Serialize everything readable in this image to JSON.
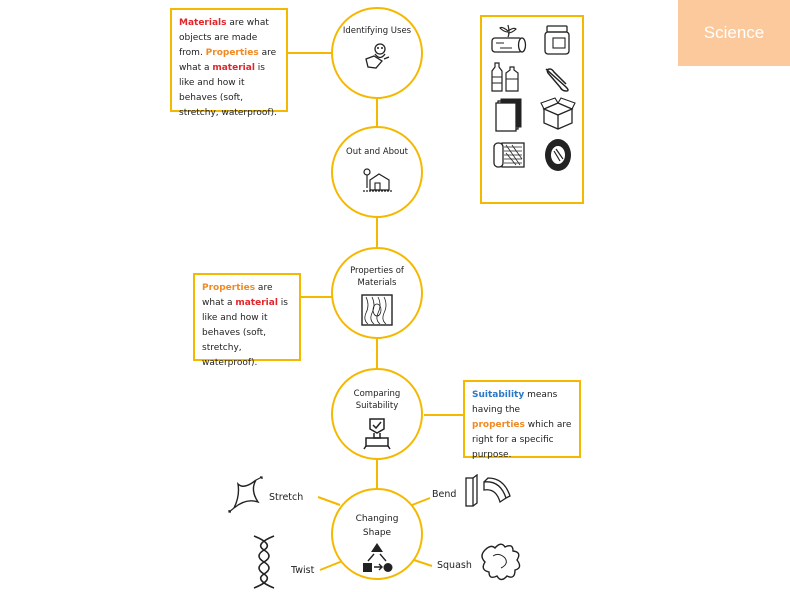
{
  "badge": "Science",
  "nodes": {
    "identifying": "Identifying Uses",
    "out": "Out and About",
    "properties": "Properties of Materials",
    "comparing": "Comparing Suitability",
    "changing": "Changing Shape"
  },
  "box1": {
    "w1": "Materials",
    "t1": " are what objects are made from. ",
    "w2": "Properties",
    "t2": " are what a ",
    "w3": "material",
    "t3": " is like and how it behaves (soft, stretchy, waterproof)."
  },
  "box2": {
    "w1": "Properties",
    "t1": " are what a ",
    "w2": "material",
    "t2": " is like and how it behaves (soft, stretchy, waterproof)."
  },
  "box3": {
    "w1": "Suitability",
    "t1": " means having the ",
    "w2": "properties",
    "t2": " which are right for a specific purpose."
  },
  "labels": {
    "stretch": "Stretch",
    "bend": "Bend",
    "twist": "Twist",
    "squash": "Squash"
  },
  "icons": [
    "log-icon",
    "jar-icon",
    "bottles-icon",
    "paperclip-icon",
    "paper-icon",
    "box-icon",
    "fabric-icon",
    "tyre-icon"
  ],
  "colors": {
    "accent": "#f5b800",
    "red": "#e0262b",
    "orange": "#f08a24",
    "blue": "#2a78c8",
    "badge": "#fcc99c"
  }
}
